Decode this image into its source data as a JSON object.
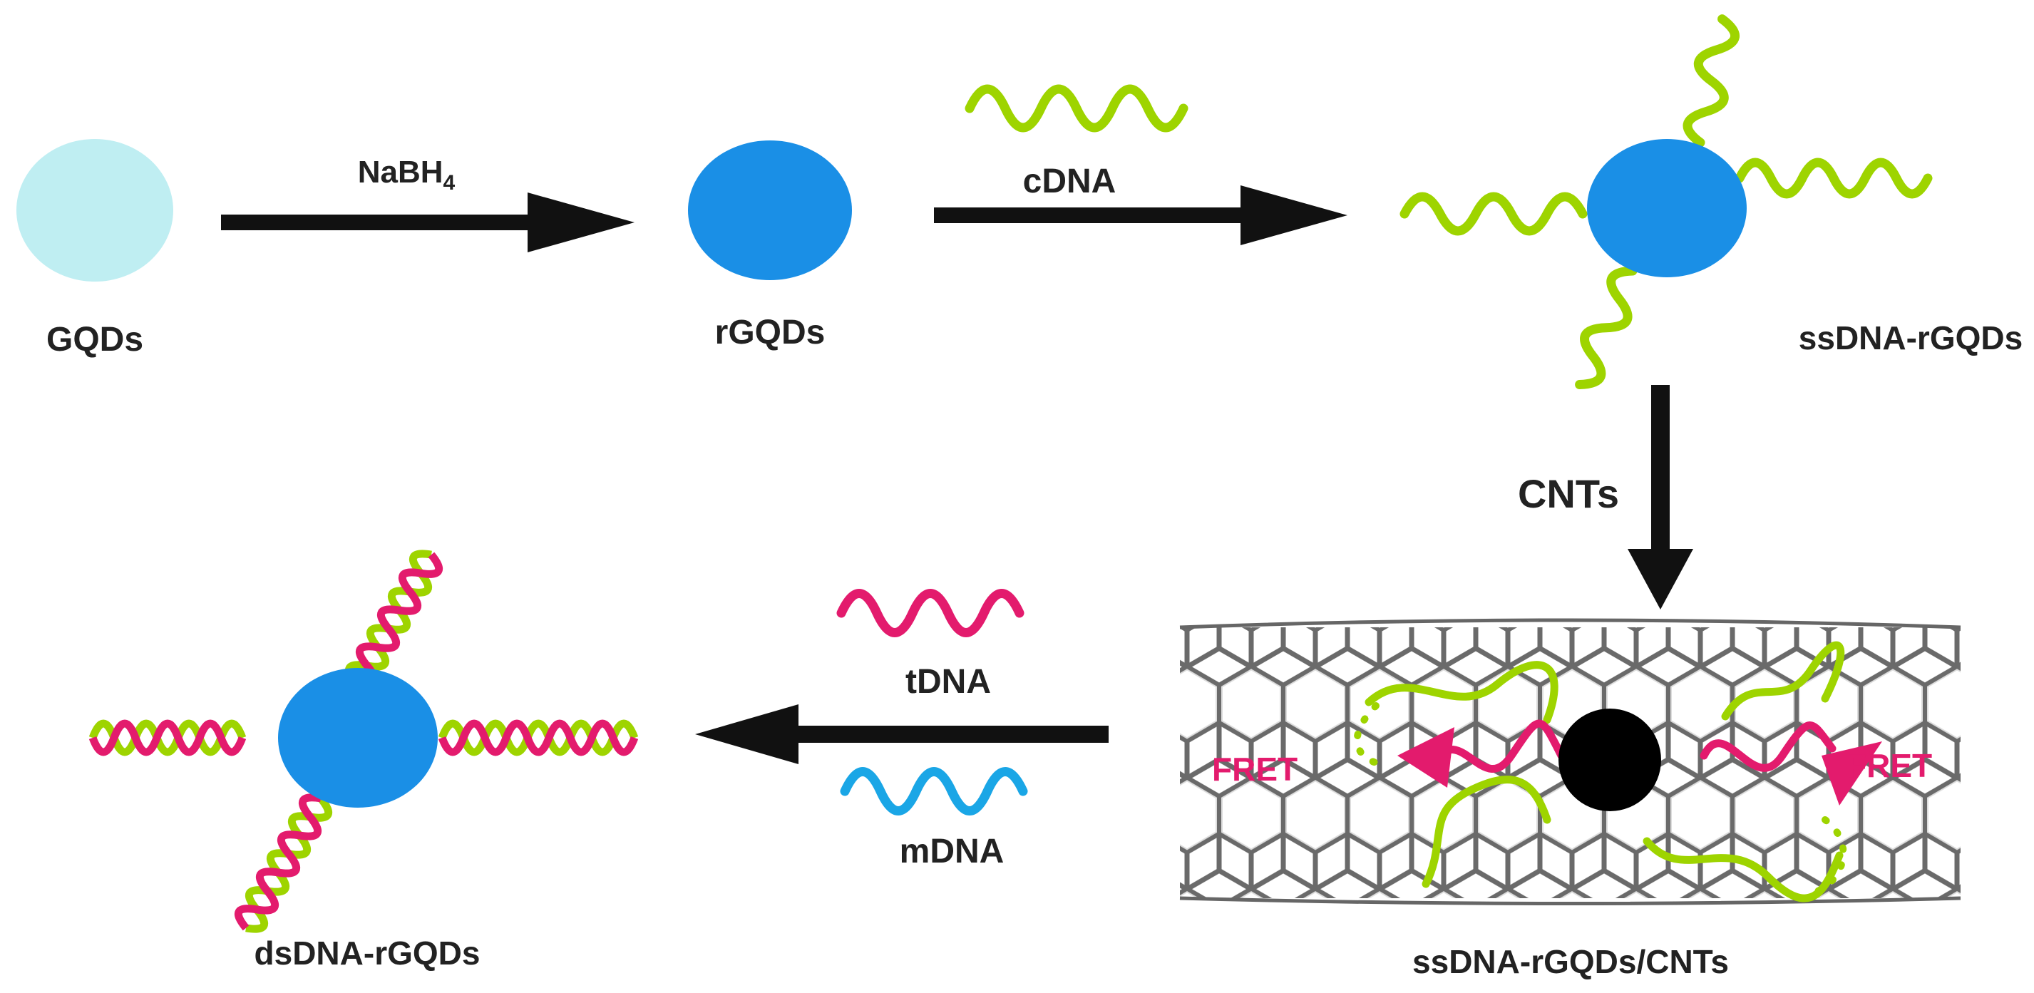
{
  "colors": {
    "gqd_light": "#bfeef2",
    "rgqd_blue": "#1a8fe6",
    "ssdna_green": "#9ed400",
    "target_pink": "#e31b6d",
    "mismatch_blue": "#1aa6e6",
    "cnt_gray": "#666666",
    "quenched_black": "#000000",
    "arrow_black": "#111111"
  },
  "labels": {
    "gqds": "GQDs",
    "nabh4_main": "NaBH",
    "nabh4_sub": "4",
    "rgqds": "rGQDs",
    "cdna": "cDNA",
    "ssdna_rgqds": "ssDNA-rGQDs",
    "cnts": "CNTs",
    "ssdna_rgqds_cnts": "ssDNA-rGQDs/CNTs",
    "tdna": "tDNA",
    "mdna": "mDNA",
    "dsdna_rgqds": "dsDNA-rGQDs",
    "fret_left": "FRET",
    "fret_right": "FRET"
  },
  "icons": {
    "gqd": "graphene-quantum-dot-icon",
    "cnt": "carbon-nanotube-lattice",
    "dna": "dna-strand-icon"
  }
}
